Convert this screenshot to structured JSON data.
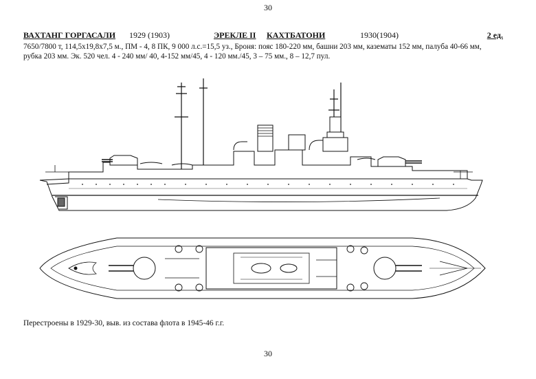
{
  "page": {
    "number_top": "30",
    "number_bottom": "30"
  },
  "title": {
    "name": "ВАХТАНГ ГОРГАСАЛИ",
    "years": "1929 (1903)",
    "ship2": "ЭРЕКЛЕ II",
    "ship3": "КАХТБАТОНИ",
    "years2": "1930(1904)",
    "count": "2 ед."
  },
  "specs": {
    "line1": "7650/7800 т, 114,5х19,8х7,5 м., ПМ - 4, 8 ПК, 9 000 л.с.=15,5 уз., Броня: пояс 180-220 мм, башни 203 мм, казематы 152 мм, палуба 40-66 мм,",
    "line2": "рубка 203 мм. Эк. 520 чел. 4 - 240 мм/ 40, 4-152 мм/45, 4 - 120 мм./45, 3 – 75 мм., 8 – 12,7 пул."
  },
  "note": "Перестроены в 1929-30, выв. из состава флота в 1945-46 г.г."
}
